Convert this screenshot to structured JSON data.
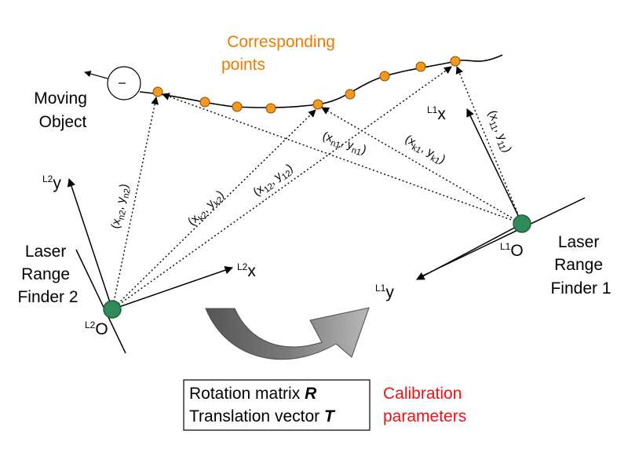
{
  "corresponding_label": [
    "Corresponding",
    "points"
  ],
  "moving_object_label": [
    "Moving",
    "Object"
  ],
  "finder2_label": [
    "Laser",
    "Range",
    "Finder 2"
  ],
  "finder1_label": [
    "Laser",
    "Range",
    "Finder 1"
  ],
  "frame2": {
    "y_sup": "L2",
    "y_main": "y",
    "x_sup": "L2",
    "x_main": "x",
    "o_sup": "L2",
    "o_main": "O"
  },
  "frame1": {
    "x_sup": "L1",
    "x_main": "x",
    "y_sup": "L1",
    "y_main": "y",
    "o_sup": "L1",
    "o_main": "O"
  },
  "coords": {
    "n2": {
      "x": "(x",
      "xs": "n2",
      "y": ", y",
      "ys": "n2",
      "close": ")"
    },
    "k2": {
      "x": "(x",
      "xs": "k2",
      "y": ", y",
      "ys": "k2",
      "close": ")"
    },
    "c12": {
      "x": "(x",
      "xs": "12",
      "y": ", y",
      "ys": "12",
      "close": ")"
    },
    "n1": {
      "x": "(x",
      "xs": "n1",
      "y": ", y",
      "ys": "n1",
      "close": ")"
    },
    "k1": {
      "x": "(x",
      "xs": "k1",
      "y": ", y",
      "ys": "k1",
      "close": ")"
    },
    "c11": {
      "x": "(x",
      "xs": "11",
      "y": ", y",
      "ys": "11",
      "close": ")"
    }
  },
  "params_box": {
    "rotation_text": "Rotation matrix ",
    "rotation_symbol": "R",
    "translation_text": "Translation vector ",
    "translation_symbol": "T"
  },
  "calibration_label": [
    "Calibration",
    "parameters"
  ],
  "colors": {
    "orange": "#f07a00",
    "finder_green": "#2e8b57",
    "calibration_red": "#ee1111"
  }
}
